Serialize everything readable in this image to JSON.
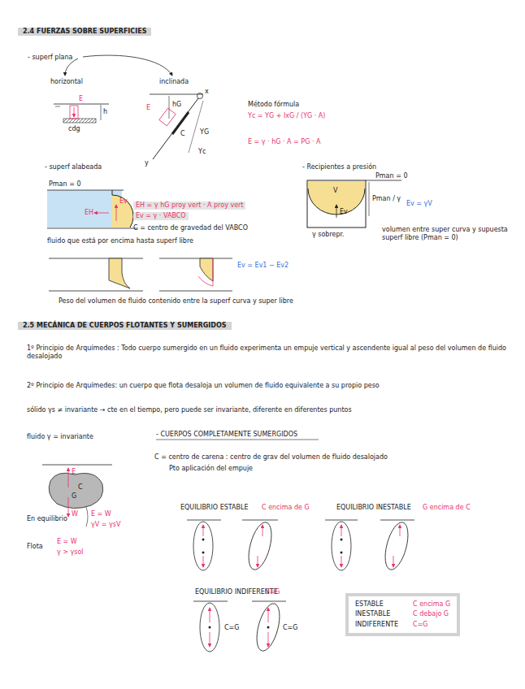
{
  "diagram": {
    "title": "2.4 FUERZAS SOBRE SUPERFICIES",
    "nodes": [
      {
        "text": [
          "ESTABLE",
          "C encima G",
          "INESTABLE",
          "C debajo G",
          "INDIFERENTE",
          "C=G"
        ]
      }
    ],
    "labels": [
      "- superf plana",
      "horizontal",
      "inclinada",
      "E",
      "h",
      "cdg",
      "E",
      "hG",
      "x",
      "y",
      "C",
      "YG",
      "Yc",
      "Método fórmula",
      "Yc = YG + IxG / (YG · A)",
      "E = γ · hG · A = PG · A",
      "- superf alabeada",
      "Pman = 0",
      "EH",
      "Ev",
      "EH = γ hG proy vert · A proy vert",
      "Ev = γ · VABCO",
      "C = centro de gravedad del VABCO",
      "fluido que está por encima hasta superf libre",
      "Ev = Ev1 − Ev2",
      "Peso del volumen de fluido contenido entre la superf curva y super libre",
      "- Recipientes a presión",
      "Pman = 0",
      "Pman / γ",
      "Ev = γV",
      "V",
      "Ev",
      "γ sobrepr.",
      "volumen entre super curva y supuesta superf libre (Pman = 0)",
      "1º Principio de Arquímedes : Todo cuerpo sumergido en un fluido experimenta un empuje vertical y ascendente igual al peso del volumen de fluido desalojado",
      "2º Principio de Arquímedes: un cuerpo que flota desaloja un volumen de fluido equivalente a su propio peso",
      "sólido   γs ≠ invariante → cte en el tiempo, pero puede ser invariante, diferente en diferentes puntos",
      "fluido   γ = invariante",
      "- CUERPOS COMPLETAMENTE SUMERGIDOS",
      "C = centro de carena : centro de grav del volumen de fluido desalojado",
      "Pto aplicación del empuje",
      "E",
      "C",
      "G",
      "W",
      "En equilibrio",
      "E = W",
      "γV = γsV",
      "Flota",
      "E = W",
      "γ > γsol",
      "EQUILIBRIO ESTABLE",
      "C encima de G",
      "EQUILIBRIO INESTABLE",
      "G encima de C",
      "EQUILIBRIO INDIFERENTE",
      "C=G",
      "C=G",
      "C=G",
      "2.5 MECÁNICA DE CUERPOS FLOTANTES Y SUMERGIDOS"
    ]
  }
}
